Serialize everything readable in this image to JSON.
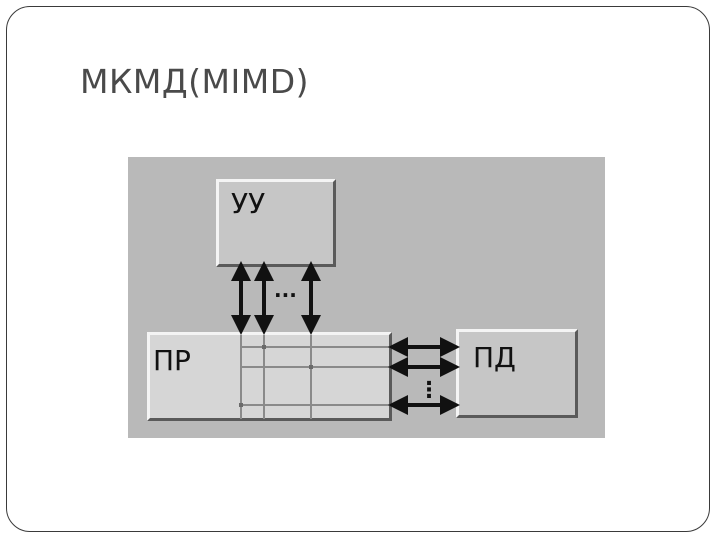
{
  "slide": {
    "title": "МКМД(MIMD)"
  },
  "diagram": {
    "boxes": {
      "control_unit": "УУ",
      "processors": "ПР",
      "data_memory": "ПД"
    },
    "ellipsis_vertical_bus": "...",
    "ellipsis_horizontal_bus": "⋮"
  },
  "colors": {
    "panel": "#b9b9b9",
    "box": "#c6c6c6",
    "processor_box": "#d6d6d6",
    "arrow": "#111111",
    "grid_line": "#8a8a8a",
    "node": "#6a6a6a"
  }
}
